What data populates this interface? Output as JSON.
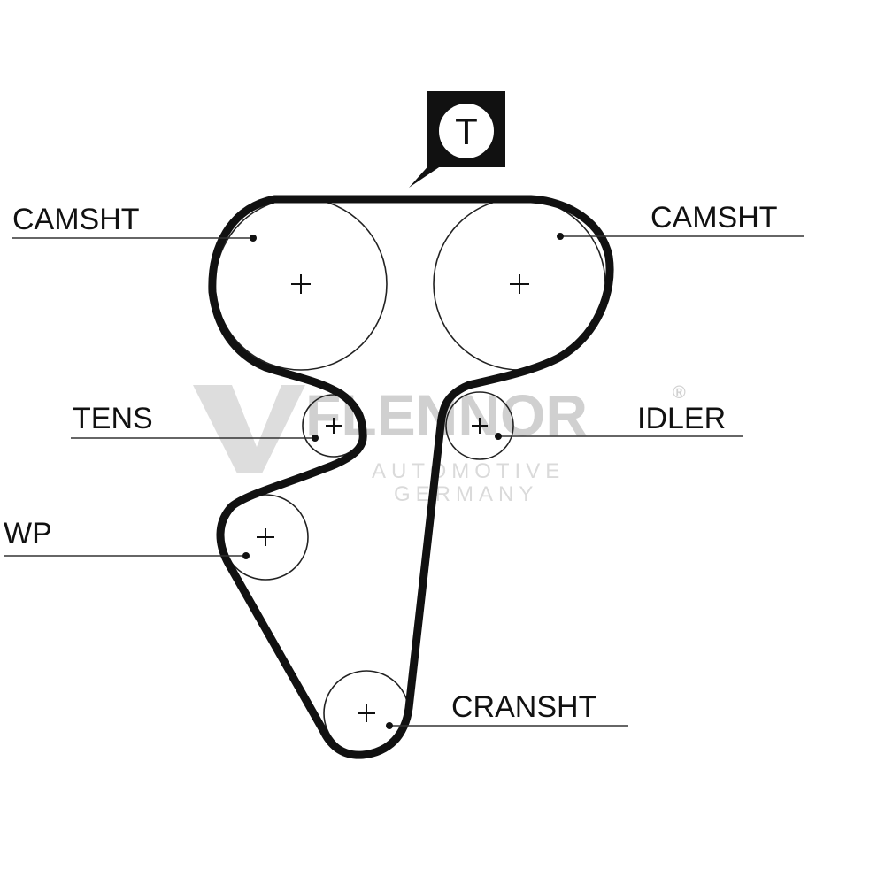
{
  "labels": {
    "camshaft_left": "CAMSHT",
    "camshaft_right": "CAMSHT",
    "tensioner": "TENS",
    "idler": "IDLER",
    "water_pump": "WP",
    "crankshaft": "CRANSHT"
  },
  "badge": {
    "letter": "T"
  },
  "watermark": {
    "brand": "FLENNOR",
    "registered": "®",
    "line1": "AUTOMOTIVE",
    "line2": "GERMANY"
  },
  "colors": {
    "belt": "#111111",
    "pulley_outline": "#222222",
    "watermark": "#d0d0d0"
  }
}
